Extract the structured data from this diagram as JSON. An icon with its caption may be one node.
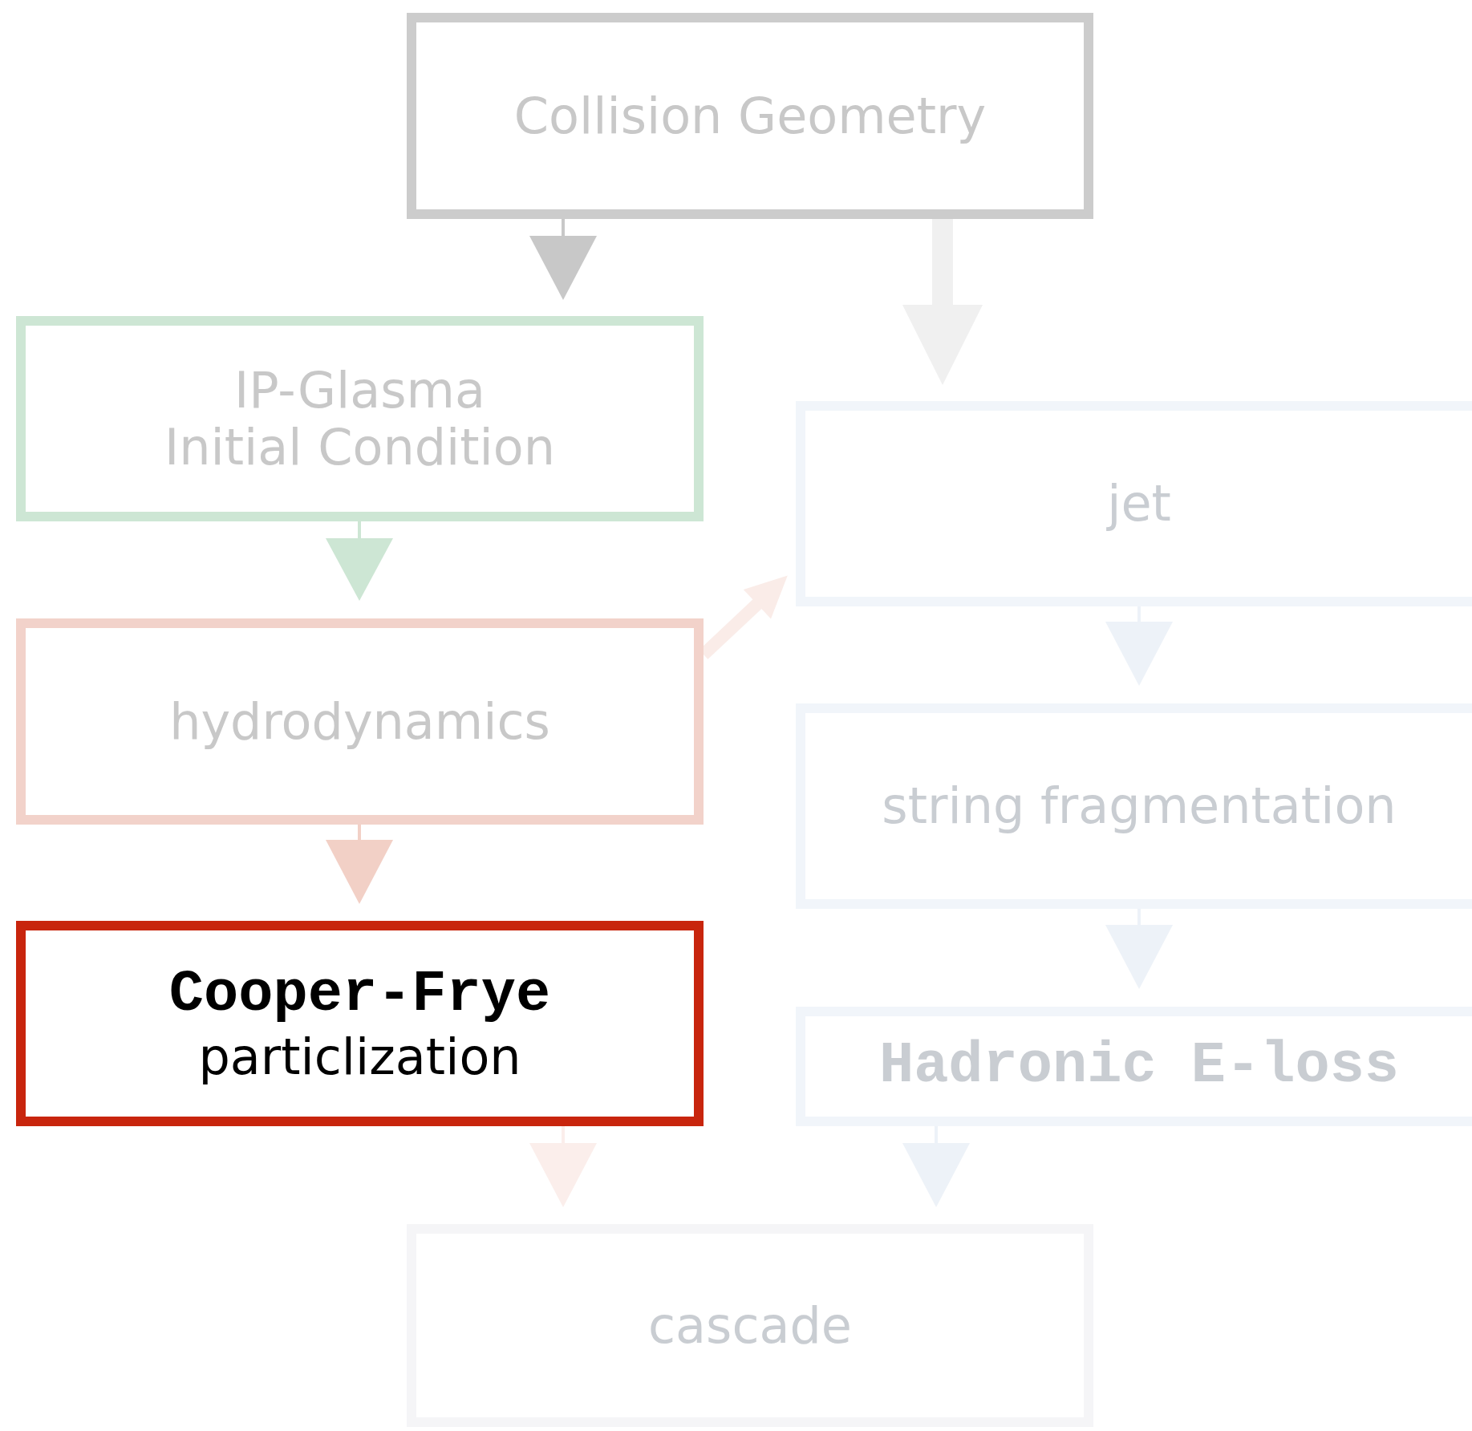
{
  "diagram": {
    "nodes": [
      {
        "text": [
          "Collision Geometry"
        ]
      },
      {
        "text": [
          "IP-Glasma",
          "Initial Condition"
        ]
      },
      {
        "text": [
          "hydrodynamics"
        ]
      },
      {
        "text": [
          "Cooper-Frye",
          "particlization"
        ]
      },
      {
        "text": [
          "jet"
        ]
      },
      {
        "text": [
          "string fragmentation"
        ]
      },
      {
        "text": [
          "Hadronic E-loss"
        ]
      },
      {
        "text": [
          "cascade"
        ]
      }
    ],
    "edges": [
      {
        "from": 0,
        "to": 1,
        "arrow": "to",
        "color": "#c8c8c8"
      },
      {
        "from": 0,
        "to": 4,
        "arrow": "to",
        "color": "#f0f0f0"
      },
      {
        "from": 1,
        "to": 2,
        "arrow": "to",
        "color": "#cde6d4"
      },
      {
        "from": 2,
        "to": 3,
        "arrow": "to",
        "color": "#f2d0c6"
      },
      {
        "from": 2,
        "to": 4,
        "arrow": "to",
        "color": "#faece8"
      },
      {
        "from": 3,
        "to": 7,
        "arrow": "to",
        "color": "#fbeeeb"
      },
      {
        "from": 4,
        "to": 5,
        "arrow": "to",
        "color": "#edf2f8"
      },
      {
        "from": 5,
        "to": 6,
        "arrow": "to",
        "color": "#edf2f8"
      },
      {
        "from": 6,
        "to": 7,
        "arrow": "to",
        "color": "#edf2f8"
      }
    ]
  }
}
